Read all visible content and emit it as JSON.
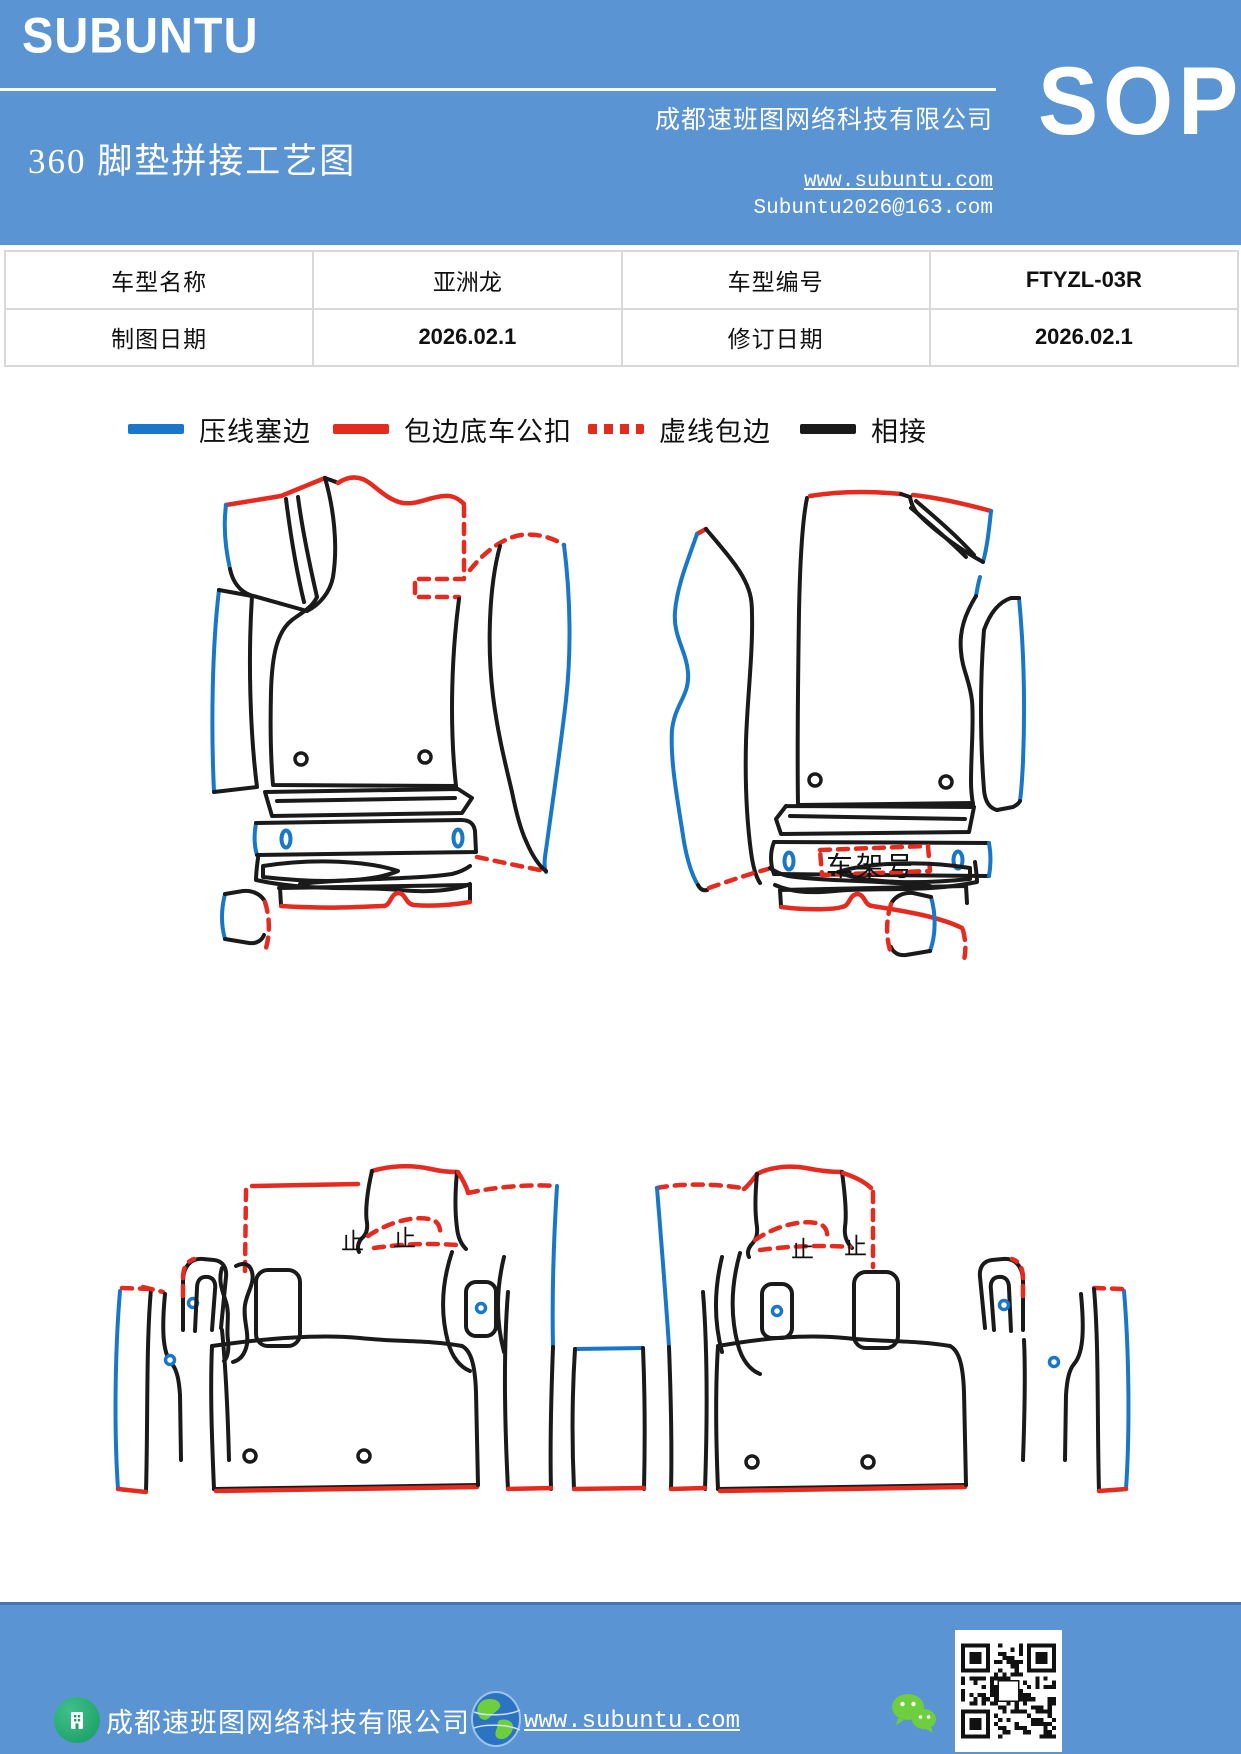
{
  "palette": {
    "band_blue": "#5b94d2",
    "ink": "#1a1a1a",
    "blue": "#1877c9",
    "red": "#e52a20"
  },
  "header": {
    "logo": "SUBUNTU",
    "company": "成都速班图网络科技有限公司",
    "title": "360 脚垫拼接工艺图",
    "website": "www.subuntu.com",
    "email": "Subuntu2026@163.com",
    "badge": "SOP"
  },
  "info_table": {
    "rows": [
      [
        "车型名称",
        "亚洲龙",
        "车型编号",
        "FTYZL-03R"
      ],
      [
        "制图日期",
        "2026.02.1",
        "修订日期",
        "2026.02.1"
      ]
    ]
  },
  "legend": {
    "items": [
      {
        "label": "压线塞边",
        "style": "solid",
        "color": "#1877c9"
      },
      {
        "label": "包边底车公扣",
        "style": "solid",
        "color": "#e52a20"
      },
      {
        "label": "虚线包边",
        "style": "dashed",
        "color": "#e52a20"
      },
      {
        "label": "相接",
        "style": "solid",
        "color": "#1a1a1a"
      }
    ]
  },
  "diagram": {
    "vin_label": "车架号",
    "stop_marks": [
      "止",
      "止",
      "止",
      "止"
    ]
  },
  "footer": {
    "company": "成都速班图网络科技有限公司",
    "website": "www.subuntu.com"
  }
}
